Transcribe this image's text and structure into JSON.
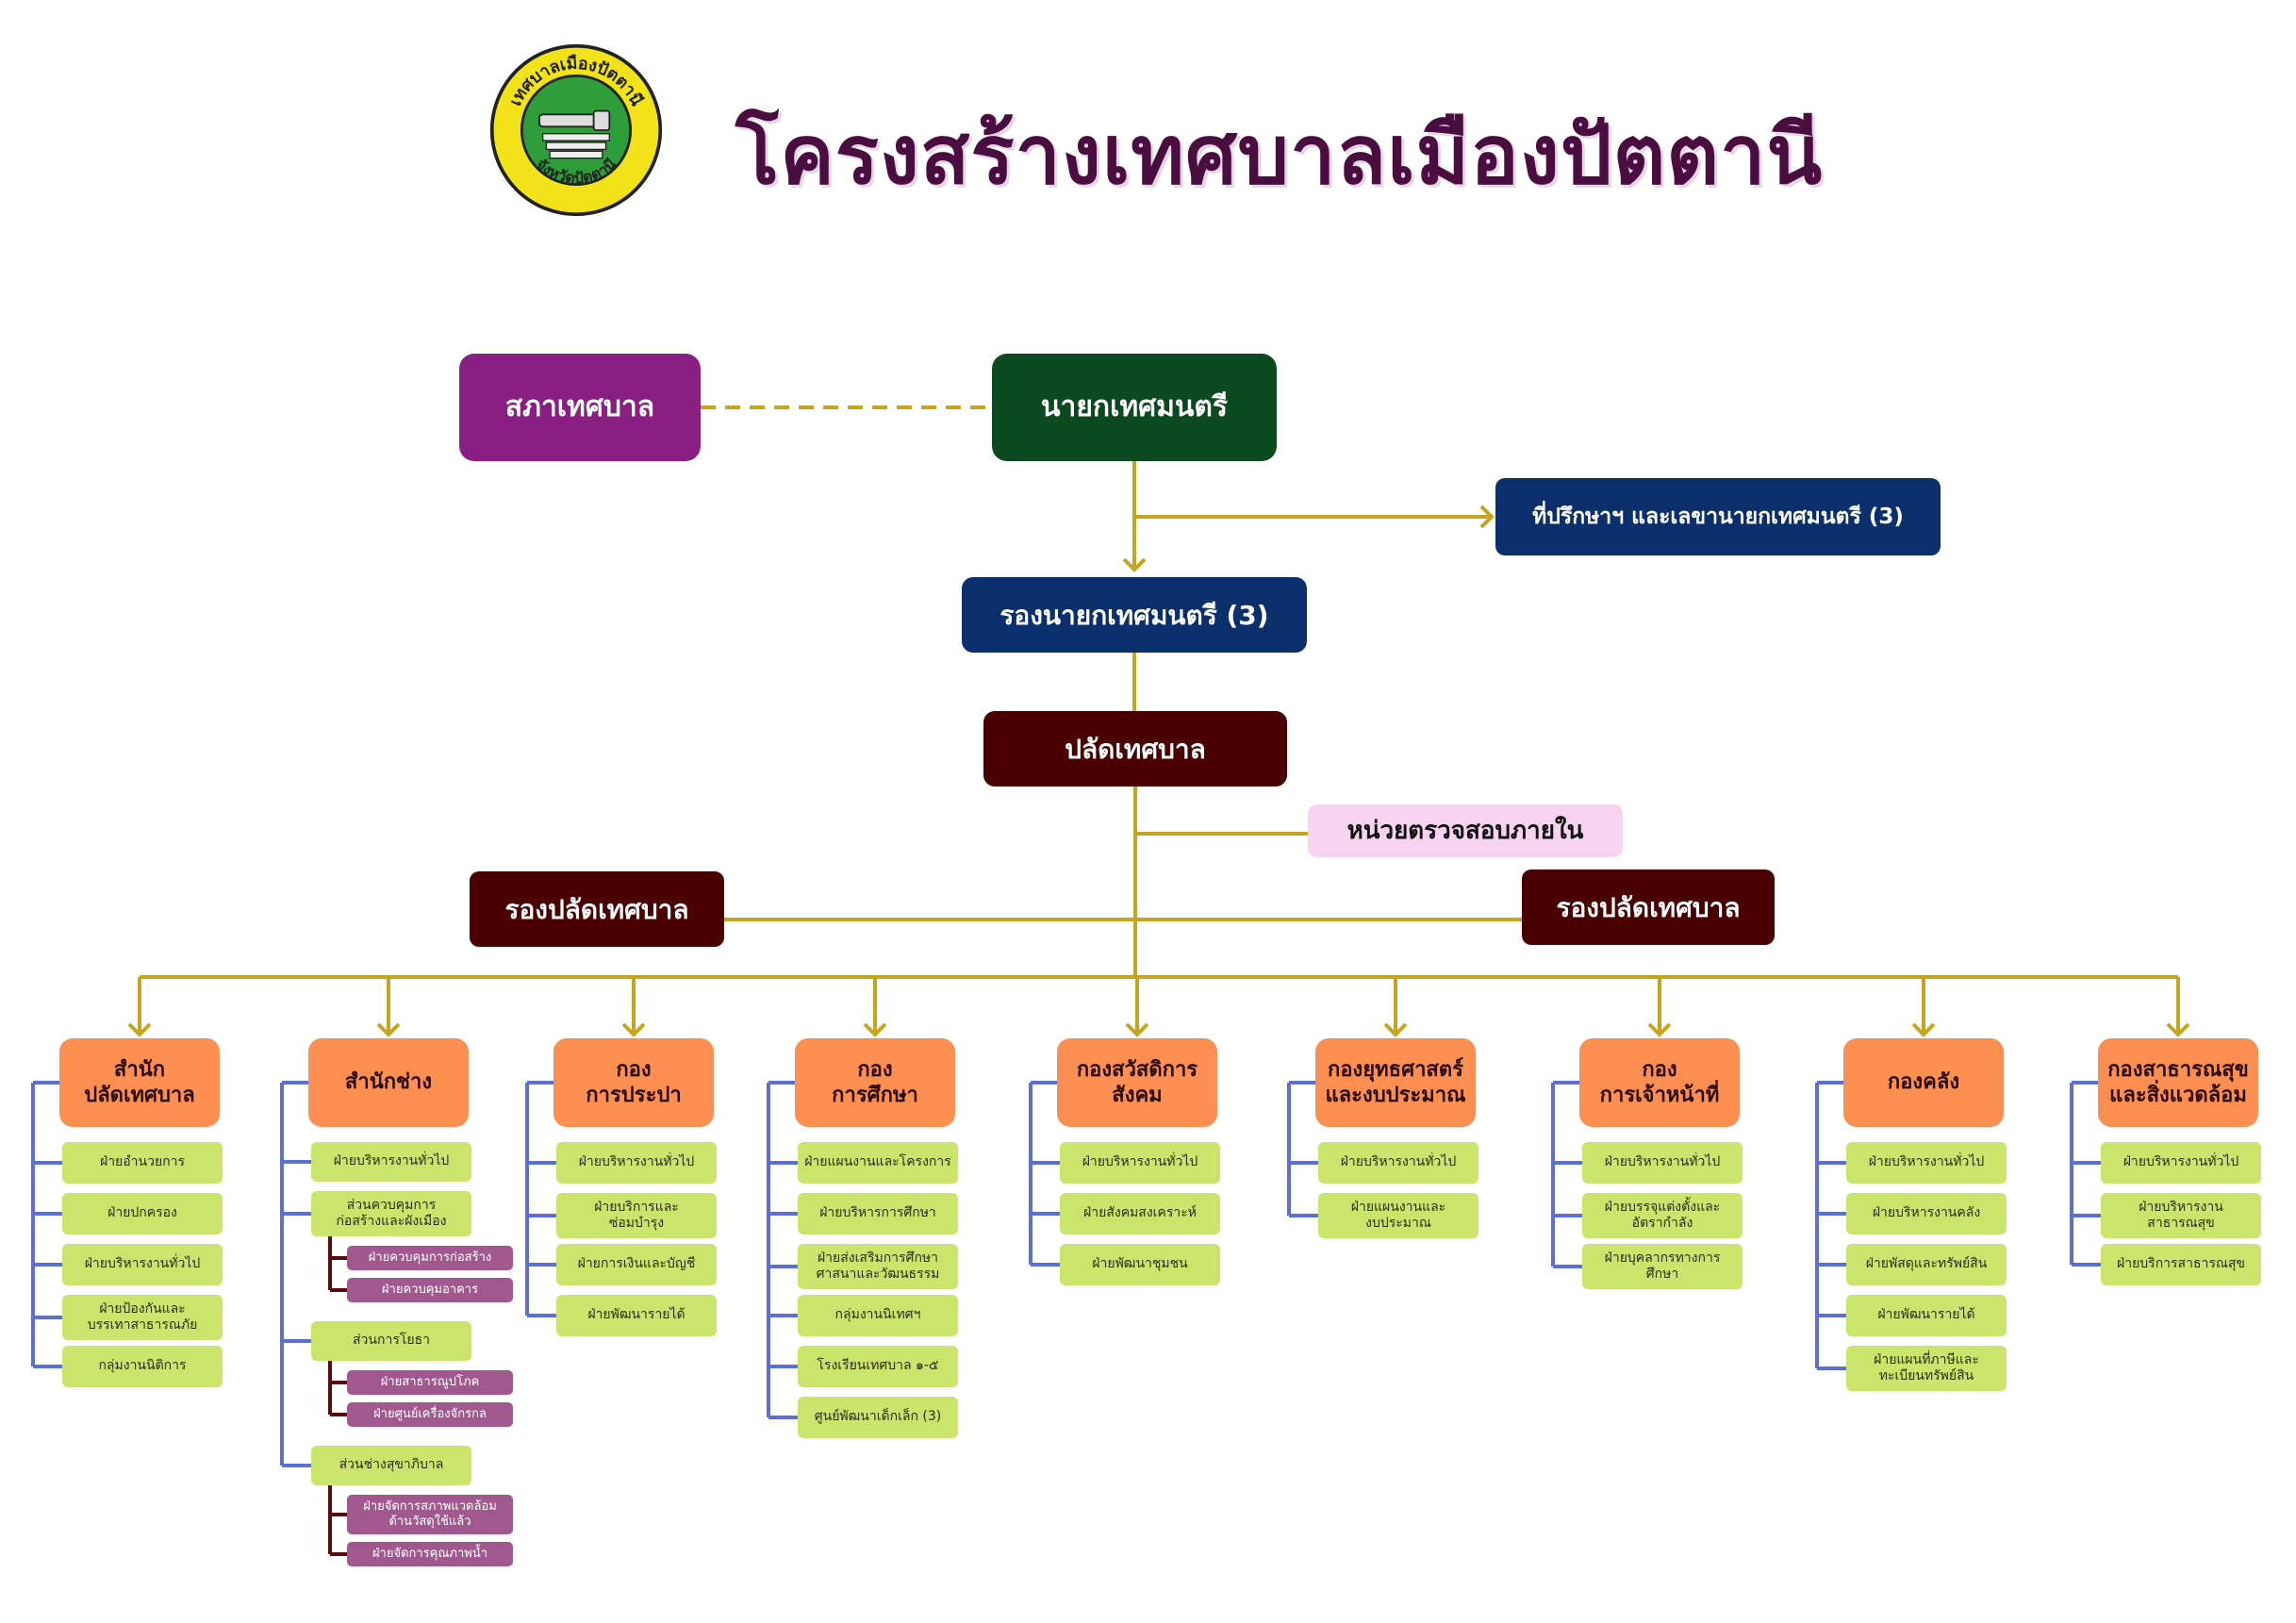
{
  "title": "โครงสร้างเทศบาลเมืองปัตตานี",
  "logo": {
    "icon": "municipal-seal-icon",
    "ring_text_top": "เทศบาลเมืองปัตตานี",
    "ring_text_bottom": "จังหวัดปัตตานี",
    "colors": {
      "ring": "#f2e21a",
      "inner": "#2e9e3a",
      "outline": "#222222"
    }
  },
  "top": {
    "council": "สภาเทศบาล",
    "mayor": "นายกเทศมนตรี",
    "advisors": "ที่ปรึกษาฯ และเลขานายกเทศมนตรี (3)",
    "deputy_mayor": "รองนายกเทศมนตรี (3)",
    "clerk": "ปลัดเทศบาล",
    "audit": "หน่วยตรวจสอบภายใน",
    "deputy_clerk_left": "รองปลัดเทศบาล",
    "deputy_clerk_right": "รองปลัดเทศบาล"
  },
  "departments": [
    {
      "name": "สำนัก\nปลัดเทศบาล",
      "units": [
        "ฝ่ายอำนวยการ",
        "ฝ่ายปกครอง",
        "ฝ่ายบริหารงานทั่วไป",
        "ฝ่ายป้องกันและ\nบรรเทาสาธารณภัย",
        "กลุ่มงานนิติการ"
      ]
    },
    {
      "name": "สำนักช่าง",
      "units": [
        "ฝ่ายบริหารงานทั่วไป",
        "ส่วนควบคุมการ\nก่อสร้างและผังเมือง",
        "ส่วนการโยธา",
        "ส่วนช่างสุขาภิบาล"
      ],
      "subunits": [
        [
          "ฝ่ายควบคุมการก่อสร้าง",
          "ฝ่ายควบคุมอาคาร"
        ],
        [
          "ฝ่ายสาธารณูปโภค",
          "ฝ่ายศูนย์เครื่องจักรกล"
        ],
        [
          "ฝ่ายจัดการสภาพแวดล้อม\nด้านวัสดุใช้แล้ว",
          "ฝ่ายจัดการคุณภาพน้ำ"
        ]
      ]
    },
    {
      "name": "กอง\nการประปา",
      "units": [
        "ฝ่ายบริหารงานทั่วไป",
        "ฝ่ายบริการและ\nซ่อมบำรุง",
        "ฝ่ายการเงินและบัญชี",
        "ฝ่ายพัฒนารายได้"
      ]
    },
    {
      "name": "กอง\nการศึกษา",
      "units": [
        "ฝ่ายแผนงานและโครงการ",
        "ฝ่ายบริหารการศึกษา",
        "ฝ่ายส่งเสริมการศึกษา\nศาสนาและวัฒนธรรม",
        "กลุ่มงานนิเทศฯ",
        "โรงเรียนเทศบาล ๑-๕",
        "ศูนย์พัฒนาเด็กเล็ก (3)"
      ]
    },
    {
      "name": "กองสวัสดิการ\nสังคม",
      "units": [
        "ฝ่ายบริหารงานทั่วไป",
        "ฝ่ายสังคมสงเคราะห์",
        "ฝ่ายพัฒนาชุมชน"
      ]
    },
    {
      "name": "กองยุทธศาสตร์\nและงบประมาณ",
      "units": [
        "ฝ่ายบริหารงานทั่วไป",
        "ฝ่ายแผนงานและ\nงบประมาณ"
      ]
    },
    {
      "name": "กอง\nการเจ้าหน้าที่",
      "units": [
        "ฝ่ายบริหารงานทั่วไป",
        "ฝ่ายบรรจุแต่งตั้งและ\nอัตรากำลัง",
        "ฝ่ายบุคลากรทางการ\nศึกษา"
      ]
    },
    {
      "name": "กองคลัง",
      "units": [
        "ฝ่ายบริหารงานทั่วไป",
        "ฝ่ายบริหารงานคลัง",
        "ฝ่ายพัสดุและทรัพย์สิน",
        "ฝ่ายพัฒนารายได้",
        "ฝ่ายแผนที่ภาษีและ\nทะเบียนทรัพย์สิน"
      ]
    },
    {
      "name": "กองสาธารณสุข\nและสิ่งแวดล้อม",
      "units": [
        "ฝ่ายบริหารงานทั่วไป",
        "ฝ่ายบริหารงาน\nสาธารณสุข",
        "ฝ่ายบริการสาธารณสุข"
      ]
    }
  ],
  "colors": {
    "council": "#8a1f82",
    "mayor": "#0b4a1f",
    "navy": "#0b2f6b",
    "maroon": "#4a0000",
    "audit": "#f6d4ef",
    "dept": "#fb8f52",
    "unit": "#cae46c",
    "sub": "#a1588f",
    "gold": "#c3a51f",
    "blue_line": "#5b6fd9",
    "sub_line": "#5a0a0a"
  }
}
